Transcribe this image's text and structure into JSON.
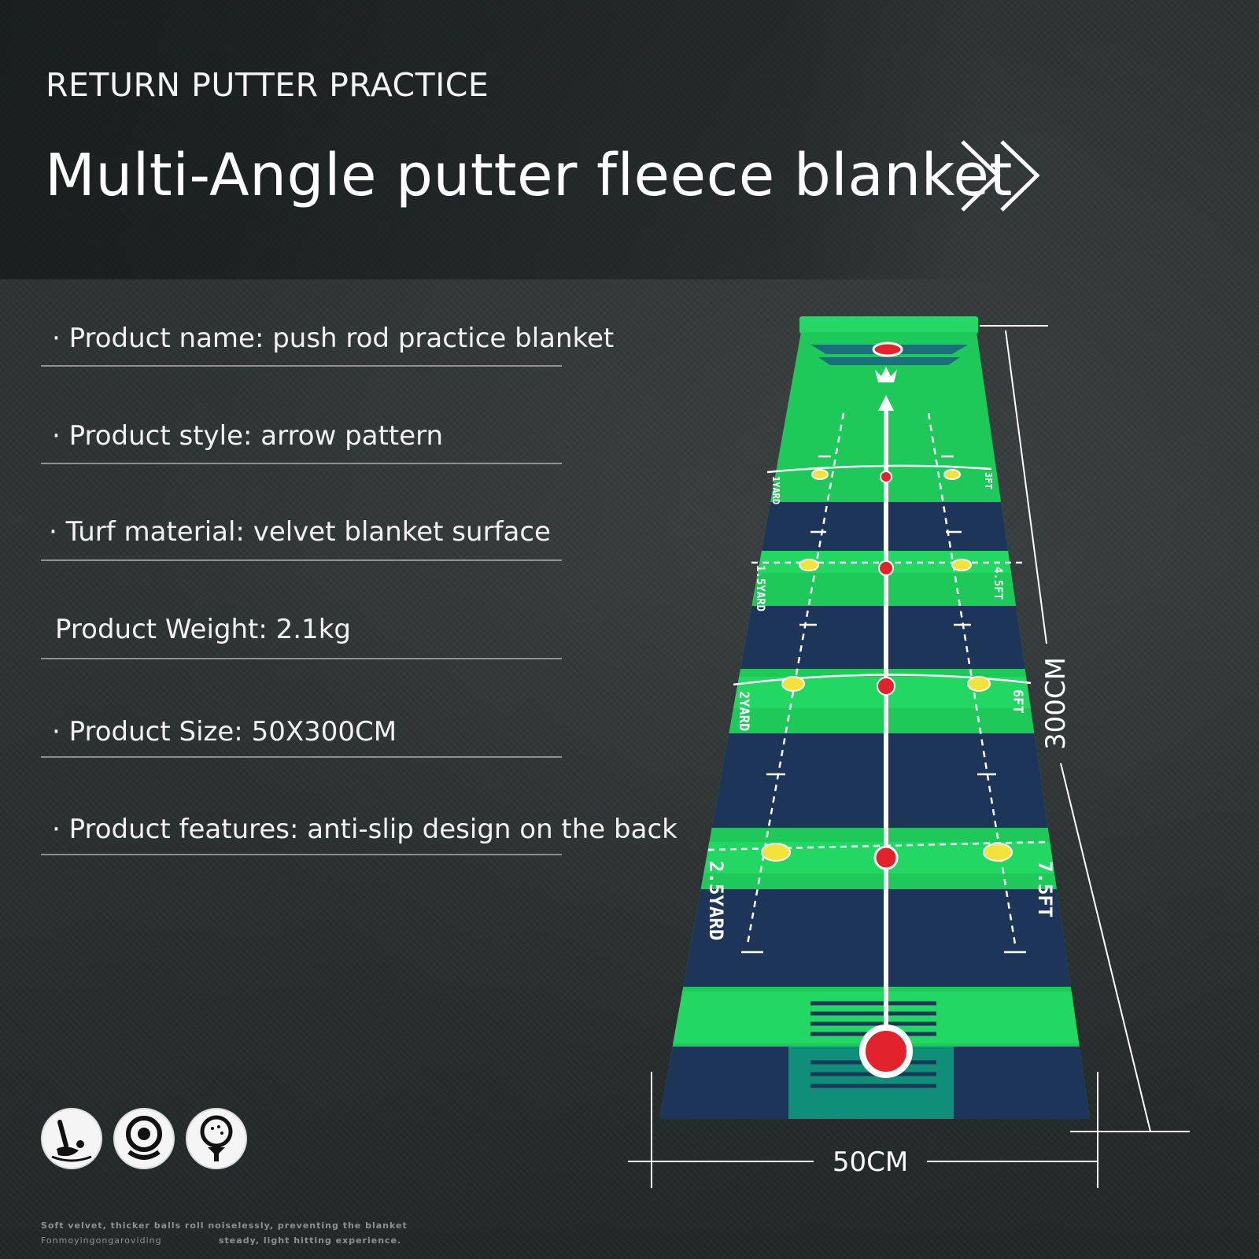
{
  "header": {
    "subtitle": "RETURN PUTTER PRACTICE",
    "title": "Multi-Angle putter fleece blanket"
  },
  "specs": [
    "· Product name: push rod practice blanket",
    "· Product style: arrow pattern",
    "· Turf material: velvet blanket surface",
    "Product Weight: 2.1kg",
    "· Product Size: 50X300CM",
    "· Product features: anti-slip design on the back"
  ],
  "mat": {
    "left_labels": [
      "1YARD",
      "1.5YARD",
      "2YARD",
      "2.5YARD"
    ],
    "right_labels": [
      "3FT",
      "4.5FT",
      "6FT",
      "7.5FT"
    ],
    "width_label": "50CM",
    "length_label": "300CM",
    "colors": {
      "green": "#1ec95a",
      "navy": "#1d3558",
      "teal": "#0f8f7a",
      "hole": "#e3232b",
      "marker": "#f3e23a"
    }
  },
  "footer": {
    "line1": "Soft velvet, thicker balls roll noiselessly, preventing the blanket",
    "line2_left": "Fonmoyingongaroviding",
    "line2_right": "steady, light hitting experience."
  },
  "icons": [
    "golf-putter-icon",
    "target-hole-icon",
    "golf-ball-tee-icon"
  ]
}
